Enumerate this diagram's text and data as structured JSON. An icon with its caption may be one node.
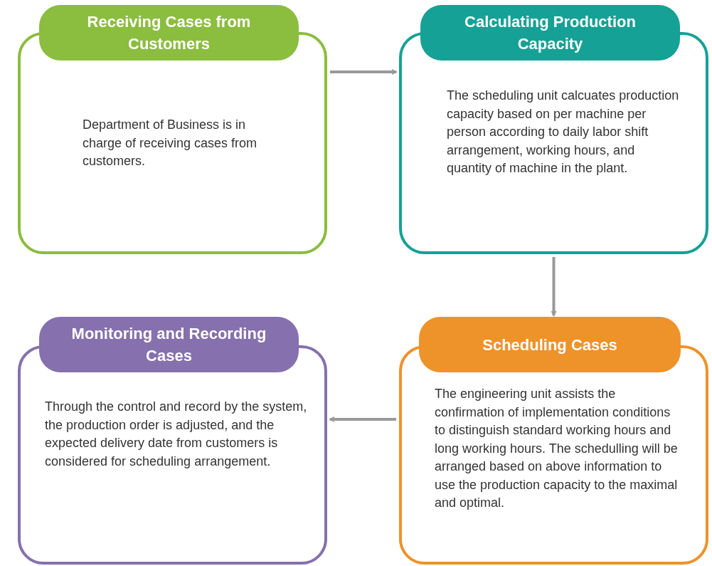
{
  "diagram": {
    "nodes": [
      {
        "text": [
          "Receiving Cases from Customers",
          "Department of Business is in charge of receiving cases from customers."
        ]
      },
      {
        "text": [
          "Calculating Production Capacity",
          "The scheduling unit calcuates production capacity based on per machine per person according to daily labor shift arrangement, working hours, and quantity of machine in the plant."
        ]
      },
      {
        "text": [
          "Monitoring and Recording Cases",
          "Through the control and record by the system,  the production order is adjusted, and the expected delivery date from customers is considered for scheduling arrangement."
        ]
      },
      {
        "text": [
          "Scheduling Cases",
          "The engineering unit assists the confirmation of implementation conditions to distinguish standard working hours and long working hours. The schedulling will be arranged based on above information to use the production capacity to the maximal and optimal."
        ]
      }
    ],
    "edges": [
      {
        "from": 0,
        "to": 1,
        "arrow": "to"
      },
      {
        "from": 1,
        "to": 3,
        "arrow": "to"
      },
      {
        "from": 3,
        "to": 2,
        "arrow": "to"
      }
    ]
  }
}
